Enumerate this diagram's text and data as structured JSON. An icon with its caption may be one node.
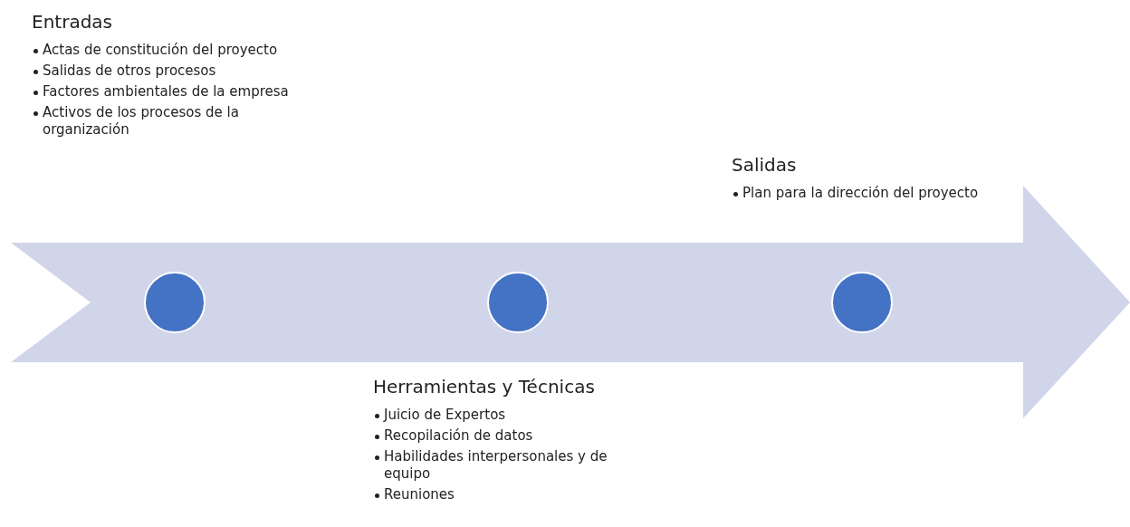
{
  "diagram": {
    "nodes": [
      {
        "text": [],
        "shape": "arrow"
      },
      {
        "text": [],
        "shape": "circle",
        "in": 0,
        "beside": [
          "Entradas",
          "Actas de constitución del proyecto",
          "Salidas de otros procesos",
          "Factores ambientales de la empresa",
          "Activos de los procesos de la organización"
        ]
      },
      {
        "text": [],
        "shape": "circle",
        "in": 0,
        "beside": [
          "Herramientas y Técnicas",
          "Juicio de Expertos",
          "Recopilación de datos",
          "Habilidades interpersonales y de equipo",
          "Reuniones"
        ]
      },
      {
        "text": [],
        "shape": "circle",
        "in": 0,
        "beside": [
          "Salidas",
          "Plan para la dirección del proyecto"
        ]
      }
    ],
    "edges": []
  }
}
